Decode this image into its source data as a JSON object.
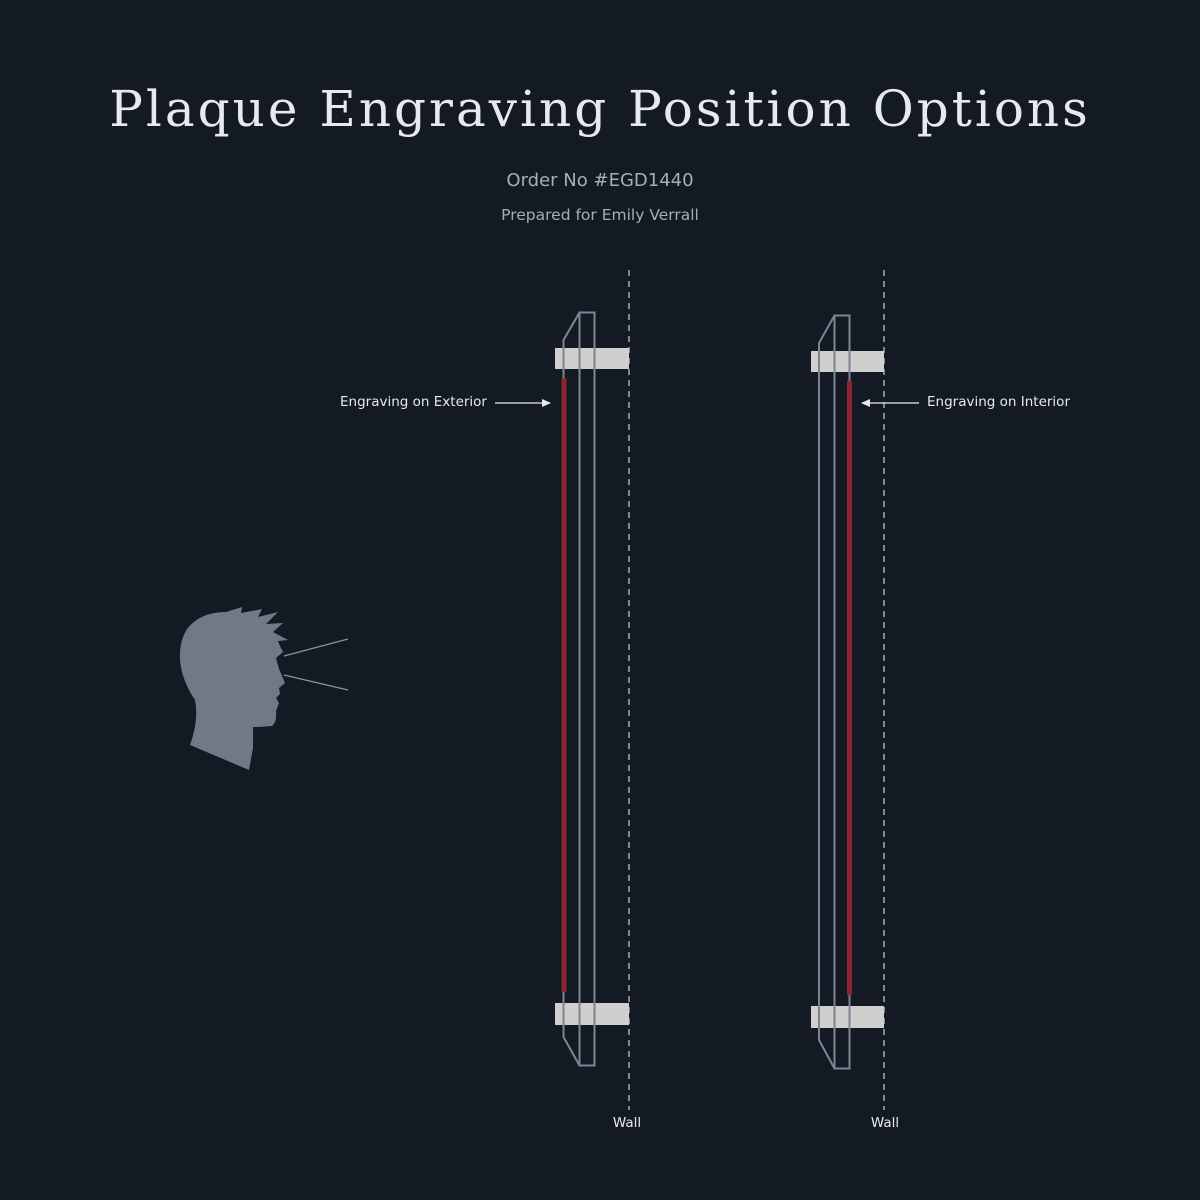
{
  "header": {
    "title": "Plaque Engraving Position Options",
    "order_number": "Order No #EGD1440",
    "prepared_for": "Prepared for Emily Verrall"
  },
  "diagram": {
    "left_option": {
      "label": "Engraving on Exterior",
      "wall_label": "Wall"
    },
    "right_option": {
      "label": "Engraving on Interior",
      "wall_label": "Wall"
    },
    "viewer_icon": "head-silhouette-icon"
  },
  "colors": {
    "background": "#141a23",
    "text": "#e6e9ee",
    "subtext": "#a7adb6",
    "outline": "#7c8692",
    "engraving": "#8b2530",
    "standoff": "#cfcfcf",
    "silhouette": "#6f7a85"
  }
}
